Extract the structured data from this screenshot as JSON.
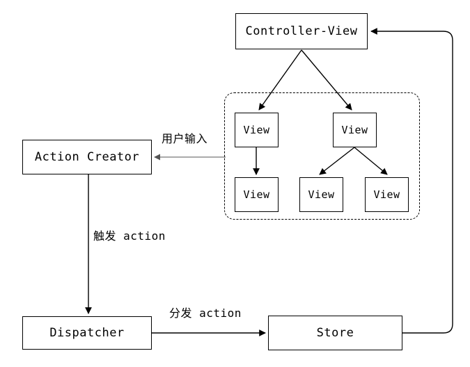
{
  "diagram": {
    "title_nodes": {
      "controller_view": "Controller-View",
      "action_creator": "Action Creator",
      "dispatcher": "Dispatcher",
      "store": "Store"
    },
    "view_nodes": [
      {
        "id": "view-left-parent",
        "label": "View"
      },
      {
        "id": "view-right-parent",
        "label": "View"
      },
      {
        "id": "view-left-child",
        "label": "View"
      },
      {
        "id": "view-right-child-1",
        "label": "View"
      },
      {
        "id": "view-right-child-2",
        "label": "View"
      }
    ],
    "edge_labels": {
      "user_input": "用户输入",
      "trigger_action": "触发 action",
      "dispatch_action": "分发 action"
    },
    "colors": {
      "stroke": "#000000",
      "user_input_arrow": "#777777",
      "background": "#ffffff"
    }
  }
}
